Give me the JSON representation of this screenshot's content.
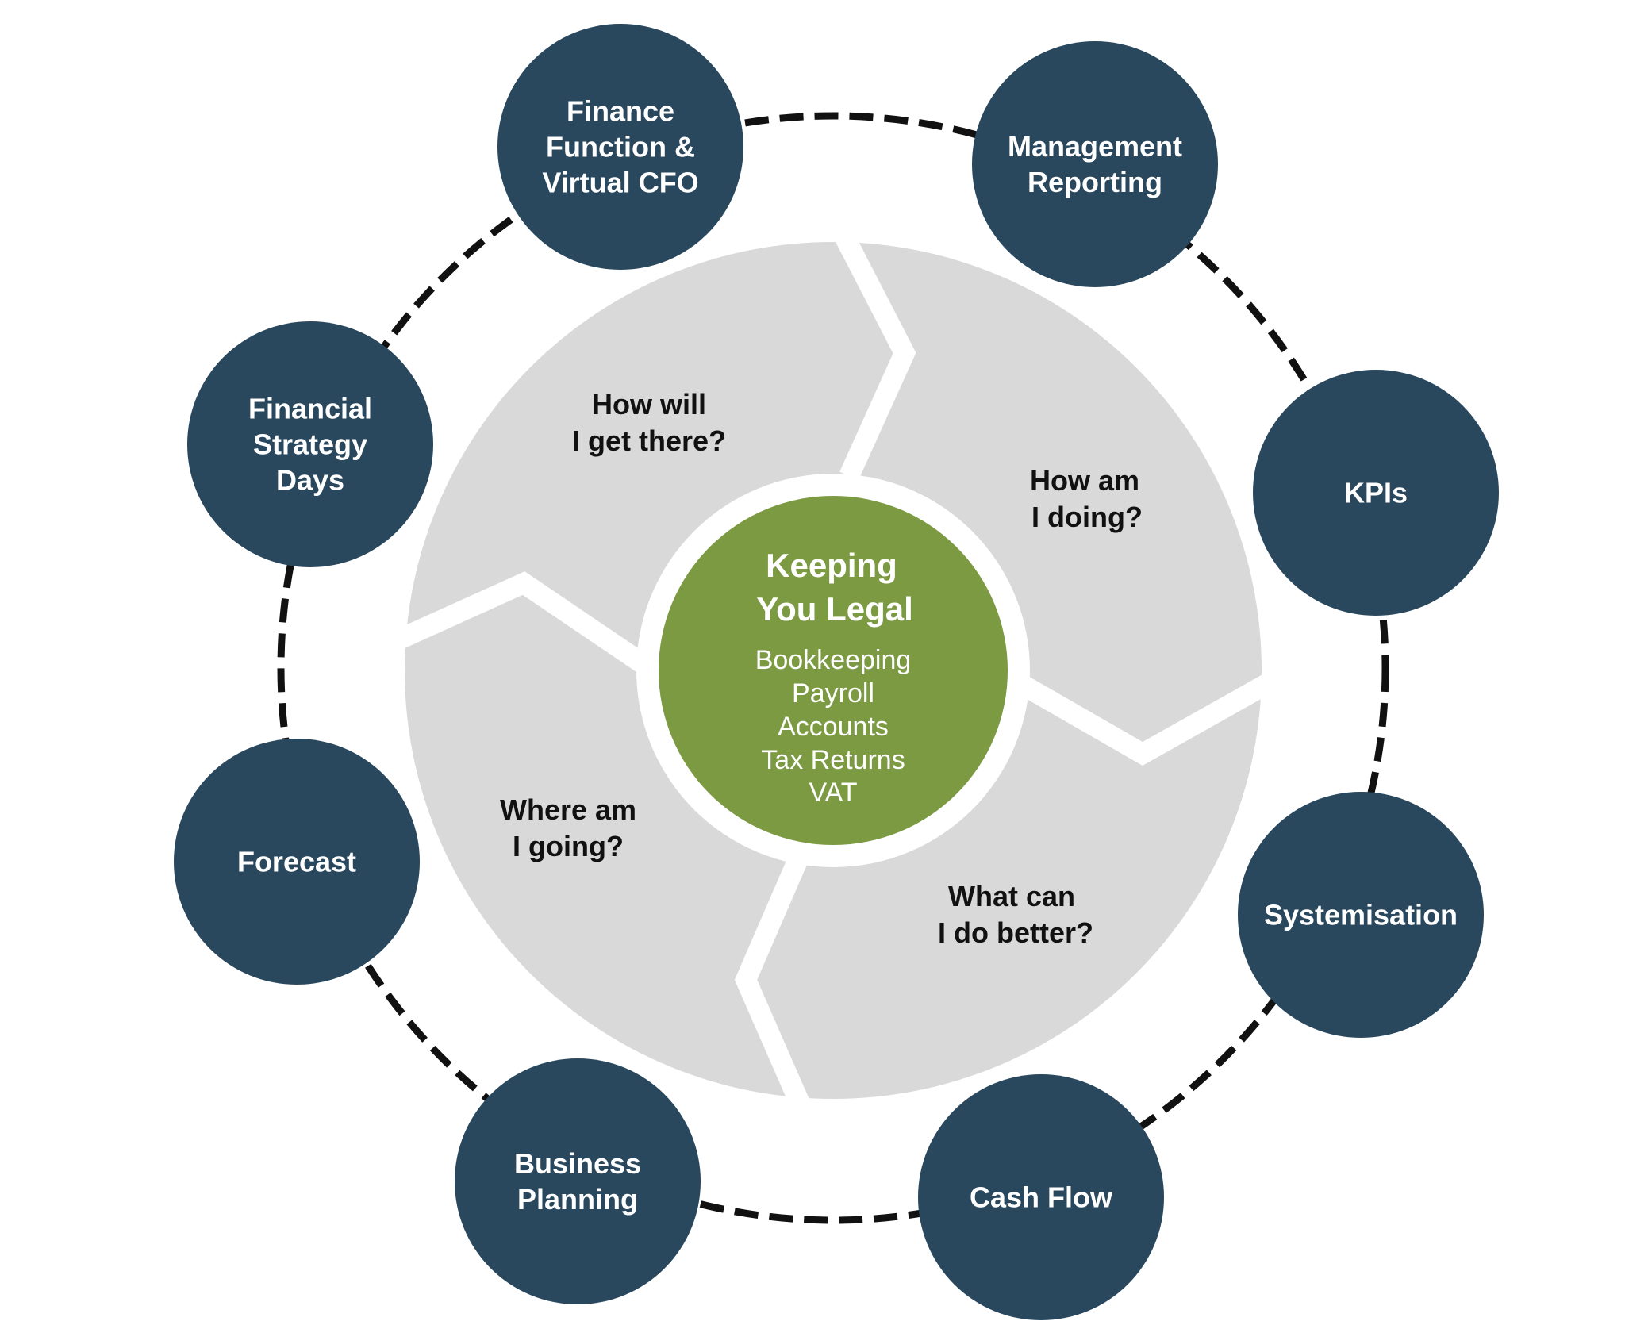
{
  "colors": {
    "node_fill": "#29475d",
    "center_fill": "#7b9a42",
    "ring_fill": "#d9d9d9",
    "dash_stroke": "#111111",
    "question_text": "#111111",
    "node_text": "#ffffff"
  },
  "center": {
    "title_lines": [
      "Keeping",
      "You Legal"
    ],
    "items": [
      "Bookkeeping",
      "Payroll",
      "Accounts",
      "Tax Returns",
      "VAT"
    ]
  },
  "questions": [
    {
      "lines": [
        "How will",
        "I get there?"
      ]
    },
    {
      "lines": [
        "How am",
        "I doing?"
      ]
    },
    {
      "lines": [
        "What can",
        "I do better?"
      ]
    },
    {
      "lines": [
        "Where am",
        "I going?"
      ]
    }
  ],
  "services": [
    {
      "lines": [
        "Finance",
        "Function &",
        "Virtual CFO"
      ]
    },
    {
      "lines": [
        "Management",
        "Reporting"
      ]
    },
    {
      "lines": [
        "KPIs"
      ]
    },
    {
      "lines": [
        "Systemisation"
      ]
    },
    {
      "lines": [
        "Cash Flow"
      ]
    },
    {
      "lines": [
        "Business",
        "Planning"
      ]
    },
    {
      "lines": [
        "Forecast"
      ]
    },
    {
      "lines": [
        "Financial",
        "Strategy",
        "Days"
      ]
    }
  ]
}
